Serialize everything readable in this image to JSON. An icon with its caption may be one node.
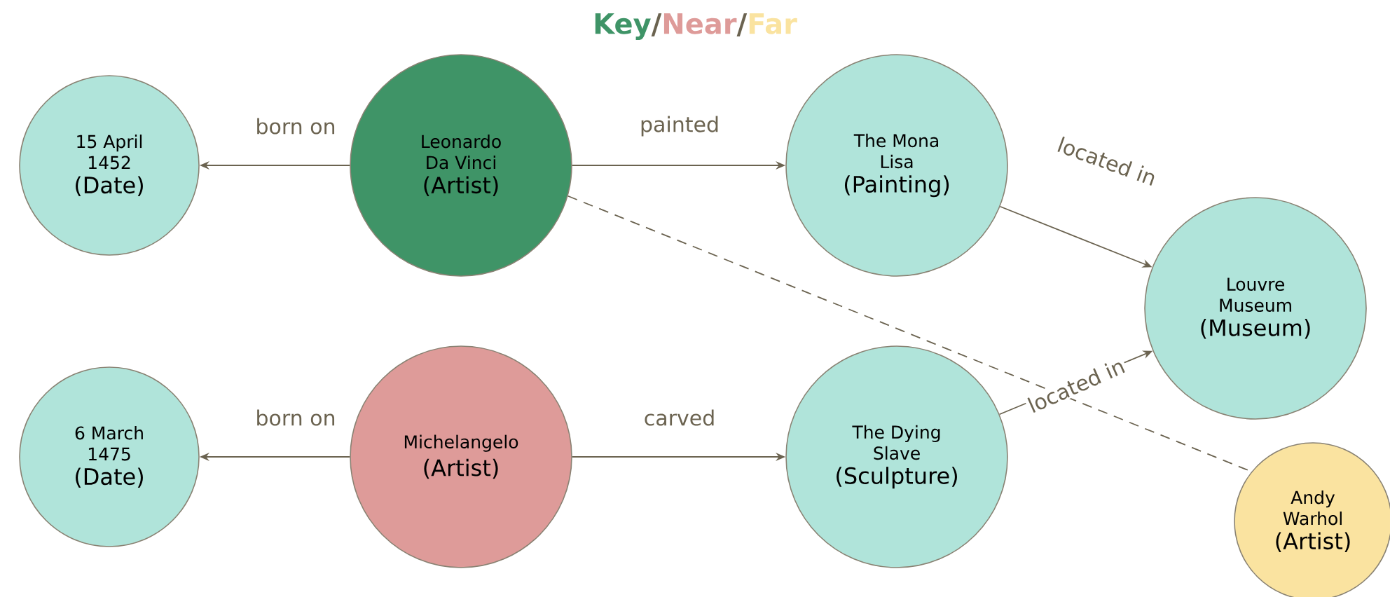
{
  "diagram": {
    "nodes": [
      {
        "text": [
          "15 April 1452",
          "(Date)"
        ]
      },
      {
        "text": [
          "Leonardo Da Vinci",
          "(Artist)"
        ]
      },
      {
        "text": [
          "The Mona Lisa",
          "(Painting)"
        ]
      },
      {
        "text": [
          "Louvre Museum",
          "(Museum)"
        ]
      },
      {
        "text": [
          "6 March 1475",
          "(Date)"
        ]
      },
      {
        "text": [
          "Michelangelo",
          "(Artist)"
        ]
      },
      {
        "text": [
          "The Dying Slave",
          "(Sculpture)"
        ]
      },
      {
        "text": [
          "Andy Warhol",
          "(Artist)"
        ]
      }
    ],
    "edges": [
      {
        "from": 1,
        "to": 0,
        "arrow": "to",
        "label": "born on"
      },
      {
        "from": 1,
        "to": 2,
        "arrow": "to",
        "label": "painted"
      },
      {
        "from": 2,
        "to": 3,
        "arrow": "to",
        "label": "located in"
      },
      {
        "from": 5,
        "to": 4,
        "arrow": "to",
        "label": "born on"
      },
      {
        "from": 5,
        "to": 6,
        "arrow": "to",
        "label": "carved"
      },
      {
        "from": 6,
        "to": 3,
        "arrow": "to",
        "label": "located in"
      },
      {
        "from": 1,
        "to": 7,
        "arrow": "none",
        "style": "dashed"
      }
    ],
    "labels": [
      "/",
      "/"
    ],
    "legend": [
      {
        "text": "Key",
        "color": "#3f9467"
      },
      {
        "text": "Near",
        "color": "#de9b99"
      },
      {
        "text": "Far",
        "color": "#fae3a0"
      }
    ]
  }
}
